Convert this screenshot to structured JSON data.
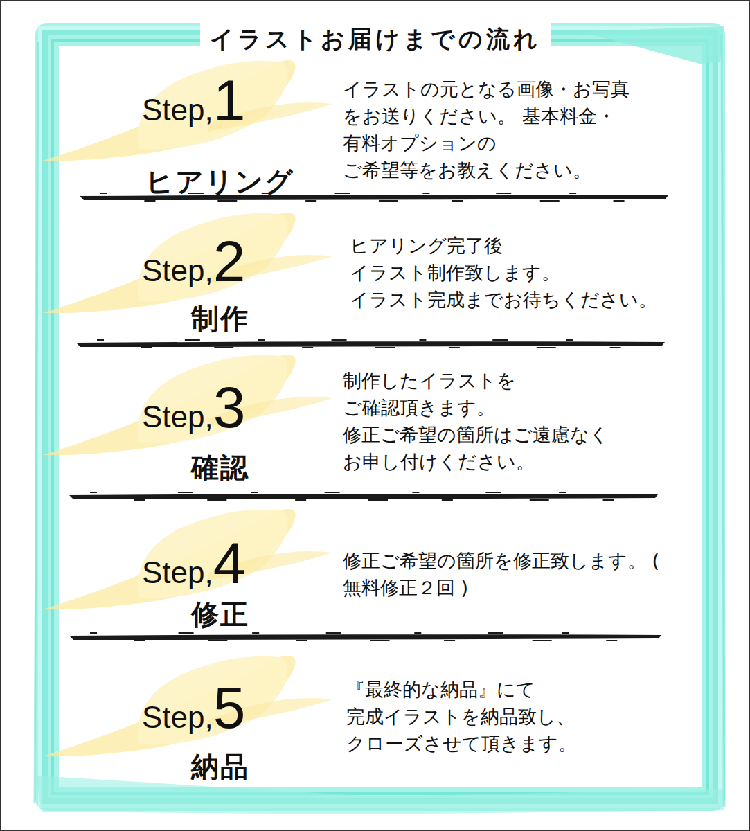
{
  "diagram": {
    "title": "イラストお届けまでの流れ",
    "nodes": [
      {
        "text": [
          "Step,",
          "1",
          "ヒアリング",
          "イラストの元となる画像・お写真 をお送りください。 基本料金・有料オプションの ご希望等をお教えください。"
        ]
      },
      {
        "text": [
          "Step,",
          "2",
          "制作",
          "ヒアリング完了後 イラスト制作致します。 イラスト完成までお待ちください。"
        ]
      },
      {
        "text": [
          "Step,",
          "3",
          "確認",
          "制作したイラストを ご確認頂きます。 修正ご希望の箇所はご遠慮なく お申し付けください。"
        ]
      },
      {
        "text": [
          "Step,",
          "4",
          "修正",
          "修正ご希望の箇所を修正致します。 ( 無料修正２回 )"
        ]
      },
      {
        "text": [
          "Step,",
          "5",
          "納品",
          "『最終的な納品』にて 完成イラストを納品致し、 クローズさせて頂きます。"
        ]
      }
    ]
  }
}
